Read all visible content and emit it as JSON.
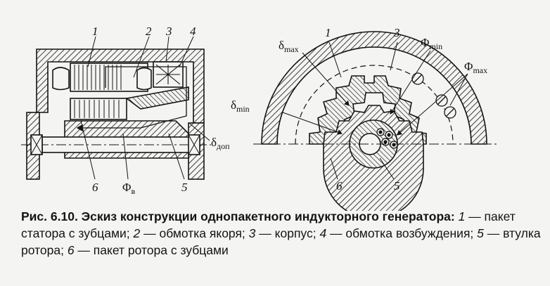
{
  "figure": {
    "left_view": {
      "part_labels": [
        "1",
        "2",
        "3",
        "4",
        "6",
        "5"
      ],
      "flux_symbol": "Φ",
      "flux_subscript": "в",
      "gap_symbol": "δ",
      "gap_subscript": "доп"
    },
    "right_view": {
      "part_labels": [
        "1",
        "3",
        "6",
        "5"
      ],
      "delta_max_sym": "δ",
      "delta_max_sub": "max",
      "delta_min_sym": "δ",
      "delta_min_sub": "min",
      "phi_min_sym": "Φ",
      "phi_min_sub": "min",
      "phi_max_sym": "Φ",
      "phi_max_sub": "max"
    }
  },
  "caption": {
    "title": "Рис. 6.10. Эскиз конструкции однопакетного индукторного генератора:",
    "items": [
      {
        "num": "1",
        "text": " — пакет статора с зубцами; "
      },
      {
        "num": "2",
        "text": " — обмотка якоря; "
      },
      {
        "num": "3",
        "text": " — корпус; "
      },
      {
        "num": "4",
        "text": " — обмотка возбуждения; "
      },
      {
        "num": "5",
        "text": " — втулка ротора; "
      },
      {
        "num": "6",
        "text": " — пакет ротора с зубцами"
      }
    ]
  },
  "colors": {
    "ink": "#141414",
    "paper": "#f4f4f2"
  }
}
